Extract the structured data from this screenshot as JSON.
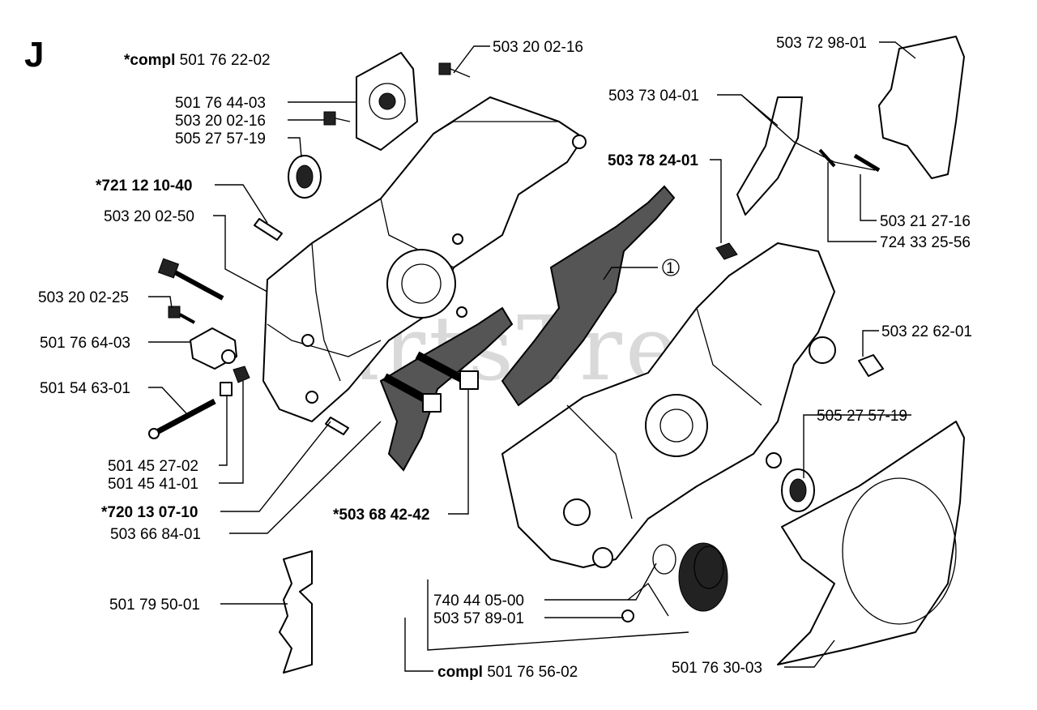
{
  "section_letter": "J",
  "watermark": "PartsTree",
  "callout_number": "1",
  "labels": {
    "compl_top": {
      "prefix": "*compl",
      "number": "501 76 22-02"
    },
    "p_503_20_02_16_top": "503 20 02-16",
    "p_503_72_98_01": "503 72 98-01",
    "p_501_76_44_03": "501 76 44-03",
    "p_503_20_02_16_mid": "503 20 02-16",
    "p_505_27_57_19_left": "505 27 57-19",
    "p_503_73_04_01": "503 73 04-01",
    "p_503_78_24_01": "503 78 24-01",
    "p_721_12_10_40": "*721 12 10-40",
    "p_503_20_02_50": "503 20 02-50",
    "p_503_21_27_16": "503 21 27-16",
    "p_724_33_25_56": "724 33 25-56",
    "p_503_20_02_25": "503 20 02-25",
    "p_501_76_64_03": "501 76 64-03",
    "p_503_22_62_01": "503 22 62-01",
    "p_501_54_63_01": "501 54 63-01",
    "p_505_27_57_19_right": "505 27 57-19",
    "p_501_45_27_02": "501 45 27-02",
    "p_501_45_41_01": "501 45 41-01",
    "p_720_13_07_10": "*720 13 07-10",
    "p_503_68_42_42": "*503 68 42-42",
    "p_503_66_84_01": "503 66 84-01",
    "p_501_79_50_01": "501 79 50-01",
    "p_740_44_05_00": "740 44 05-00",
    "p_503_57_89_01": "503 57 89-01",
    "compl_bottom": {
      "prefix": "compl",
      "number": "501 76 56-02"
    },
    "p_501_76_30_03": "501 76 30-03"
  }
}
